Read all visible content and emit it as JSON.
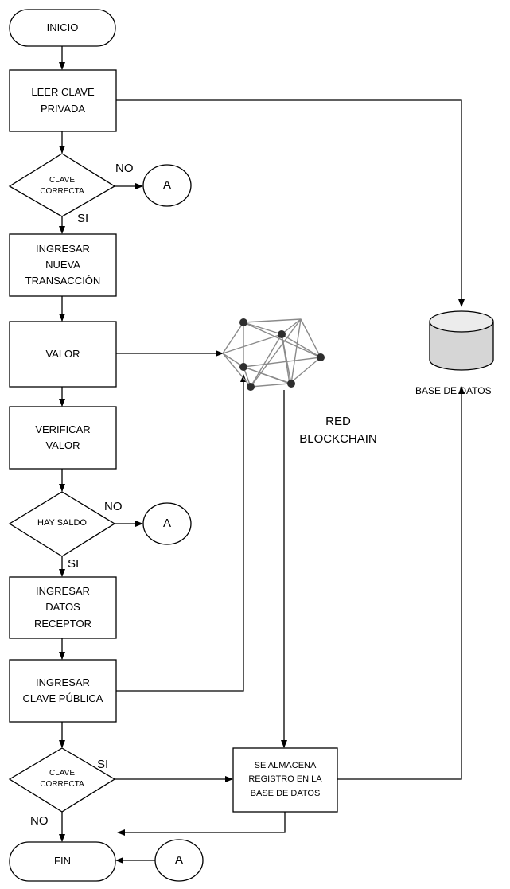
{
  "nodes": {
    "inicio": "INICIO",
    "leer_clave": "LEER CLAVE\nPRIVADA",
    "clave_correcta_1": "CLAVE\nCORRECTA",
    "ingresar_transaccion": "INGRESAR\nNUEVA\nTRANSACCIÓN",
    "valor": "VALOR",
    "verificar_valor": "VERIFICAR\nVALOR",
    "hay_saldo": "HAY SALDO",
    "ingresar_datos": "INGRESAR\nDATOS\nRECEPTOR",
    "ingresar_clave_publica": "INGRESAR\nCLAVE PÚBLICA",
    "clave_correcta_2": "CLAVE\nCORRECTA",
    "almacena": "SE ALMACENA\nREGISTRO EN LA\nBASE DE DATOS",
    "fin": "FIN"
  },
  "connectors": {
    "a1": "A",
    "a2": "A",
    "a3": "A"
  },
  "branch_labels": {
    "no1": "NO",
    "si1": "SI",
    "no2": "NO",
    "si2": "SI",
    "si3": "SI",
    "no3": "NO"
  },
  "red_blockchain": "RED\nBLOCKCHAIN",
  "database": "BASE DE DATOS"
}
